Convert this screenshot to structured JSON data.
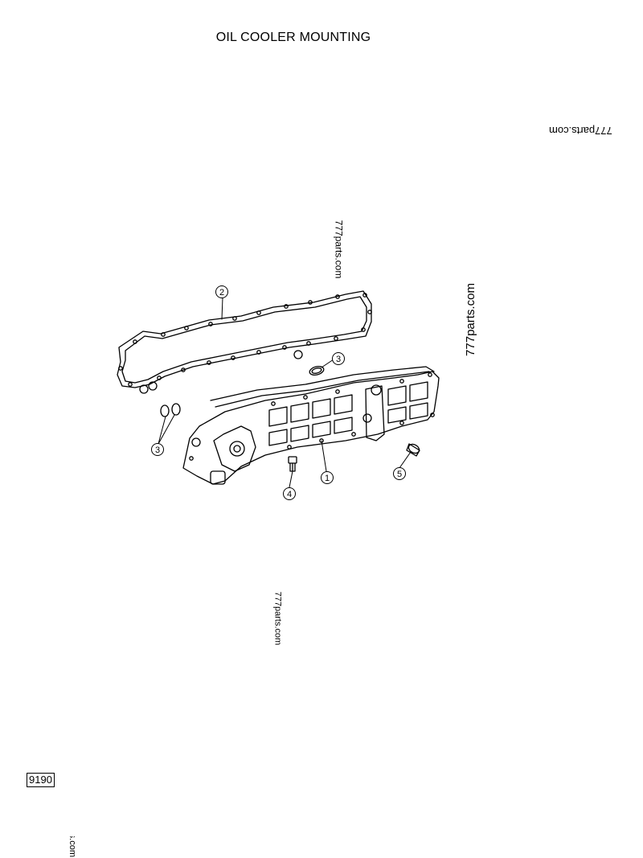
{
  "title": "OIL COOLER MOUNTING",
  "watermark": "777parts.com",
  "watermark_partial": "s.com",
  "page_number": "9190",
  "callouts": [
    "1",
    "2",
    "3",
    "3",
    "4",
    "5"
  ],
  "parts": [
    {
      "ref": "1",
      "icon": "oil-cooler-housing"
    },
    {
      "ref": "2",
      "icon": "gasket"
    },
    {
      "ref": "3",
      "icon": "o-ring"
    },
    {
      "ref": "4",
      "icon": "bolt"
    },
    {
      "ref": "5",
      "icon": "plug"
    }
  ]
}
